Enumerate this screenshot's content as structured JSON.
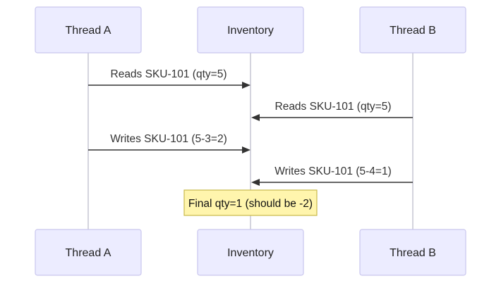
{
  "participants": [
    {
      "id": "a",
      "label": "Thread A"
    },
    {
      "id": "inv",
      "label": "Inventory"
    },
    {
      "id": "b",
      "label": "Thread B"
    }
  ],
  "messages": [
    {
      "from": "a",
      "to": "inv",
      "label": "Reads SKU-101 (qty=5)"
    },
    {
      "from": "b",
      "to": "inv",
      "label": "Reads SKU-101 (qty=5)"
    },
    {
      "from": "a",
      "to": "inv",
      "label": "Writes SKU-101 (5-3=2)"
    },
    {
      "from": "b",
      "to": "inv",
      "label": "Writes SKU-101 (5-4=1)"
    }
  ],
  "note": {
    "over": "inv",
    "label": "Final qty=1 (should be -2)"
  },
  "colors": {
    "actor_fill": "#ececff",
    "actor_stroke": "#c9c6ee",
    "lifeline": "#c9c9d6",
    "message": "#333333",
    "note_fill": "#fff5ad",
    "note_stroke": "#c8b94a"
  }
}
